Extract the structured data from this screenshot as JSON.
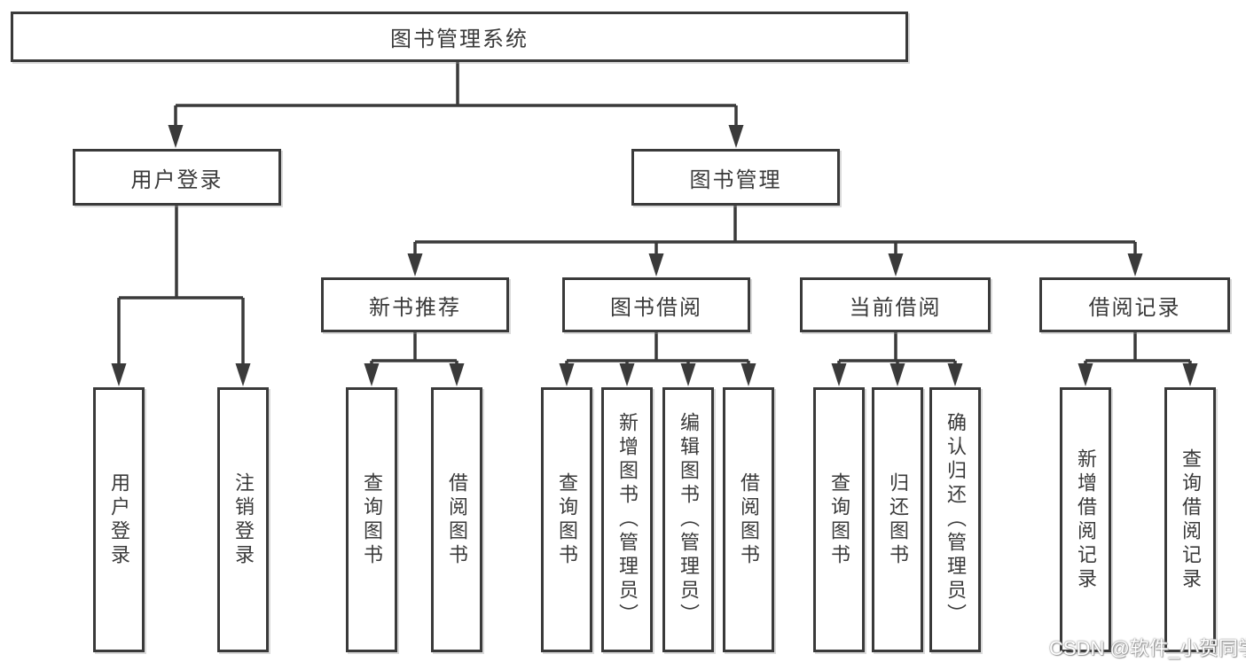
{
  "diagram": {
    "root_label": "图书管理系统",
    "user_login": {
      "label": "用户登录",
      "children": [
        "用户登录",
        "注销登录"
      ]
    },
    "book_mgmt": {
      "label": "图书管理",
      "sections": [
        {
          "label": "新书推荐",
          "children": [
            "查询图书",
            "借阅图书"
          ]
        },
        {
          "label": "图书借阅",
          "children": [
            "查询图书",
            "新增图书（管理员）",
            "编辑图书（管理员）",
            "借阅图书"
          ]
        },
        {
          "label": "当前借阅",
          "children": [
            "查询图书",
            "归还图书",
            "确认归还（管理员）"
          ]
        },
        {
          "label": "借阅记录",
          "children": [
            "新增借阅记录",
            "查询借阅记录"
          ]
        }
      ]
    }
  },
  "watermark": {
    "text": "CSDN @软件_小贺同学"
  },
  "colors": {
    "line": "#3a3a3a",
    "text": "#3a3a3a",
    "box_background": "#ffffff",
    "background": "#ffffff",
    "watermark_fill": "#ffffff",
    "watermark_outline": "#8a8a8a"
  }
}
